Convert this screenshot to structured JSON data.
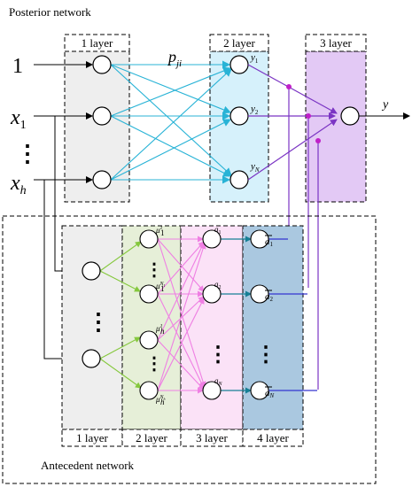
{
  "networks": {
    "posterior": "Posterior network",
    "antecedent": "Antecedent network"
  },
  "posterior": {
    "layer_labels": [
      "1 layer",
      "2 layer",
      "3 layer"
    ],
    "weight_label": {
      "base": "p",
      "sub": "ji"
    },
    "inputs": [
      {
        "base": "1",
        "sub": ""
      },
      {
        "base": "x",
        "sub": "1"
      },
      {
        "base": "x",
        "sub": "h"
      }
    ],
    "input_dots": "⋮",
    "layer2_nodes": [
      {
        "base": "y",
        "sub": "1"
      },
      {
        "base": "y",
        "sub": "2"
      },
      {
        "base": "y",
        "sub": "N"
      }
    ],
    "output": "y"
  },
  "antecedent": {
    "layer_labels": [
      "1 layer",
      "2 layer",
      "3 layer",
      "4 layer"
    ],
    "mu_nodes": [
      {
        "base": "μ",
        "sub": "1",
        "sup": "1"
      },
      {
        "base": "μ",
        "sub": "1",
        "sup": "N",
        "sup_sub": "1"
      },
      {
        "base": "μ",
        "sub": "h",
        "sup": "1"
      },
      {
        "base": "μ",
        "sub": "h",
        "sup": "N",
        "sup_sub": "h"
      }
    ],
    "a_nodes": [
      {
        "base": "a",
        "sub": "1"
      },
      {
        "base": "a",
        "sub": "2"
      },
      {
        "base": "a",
        "sub": "N"
      }
    ],
    "abar_nodes": [
      {
        "base": "a",
        "sub": "1"
      },
      {
        "base": "a",
        "sub": "2"
      },
      {
        "base": "a",
        "sub": "N"
      }
    ],
    "dots": "⋮"
  },
  "colors": {
    "posterior_l1_fill": "#eeeeee",
    "posterior_l2_fill": "#d6f1fb",
    "posterior_l3_fill": "#e3c9f5",
    "posterior_links": "#28b3d6",
    "purple": "#7b35c4",
    "antecedent_l1_fill": "#eeeeee",
    "antecedent_l2_fill": "#e6efd8",
    "antecedent_l3_fill": "#fbe2f7",
    "antecedent_l4_fill": "#aac8e0",
    "green_links": "#85c83d",
    "pink_links": "#ef7fe3",
    "teal_links": "#167f95",
    "blue_links": "#3434cf"
  }
}
